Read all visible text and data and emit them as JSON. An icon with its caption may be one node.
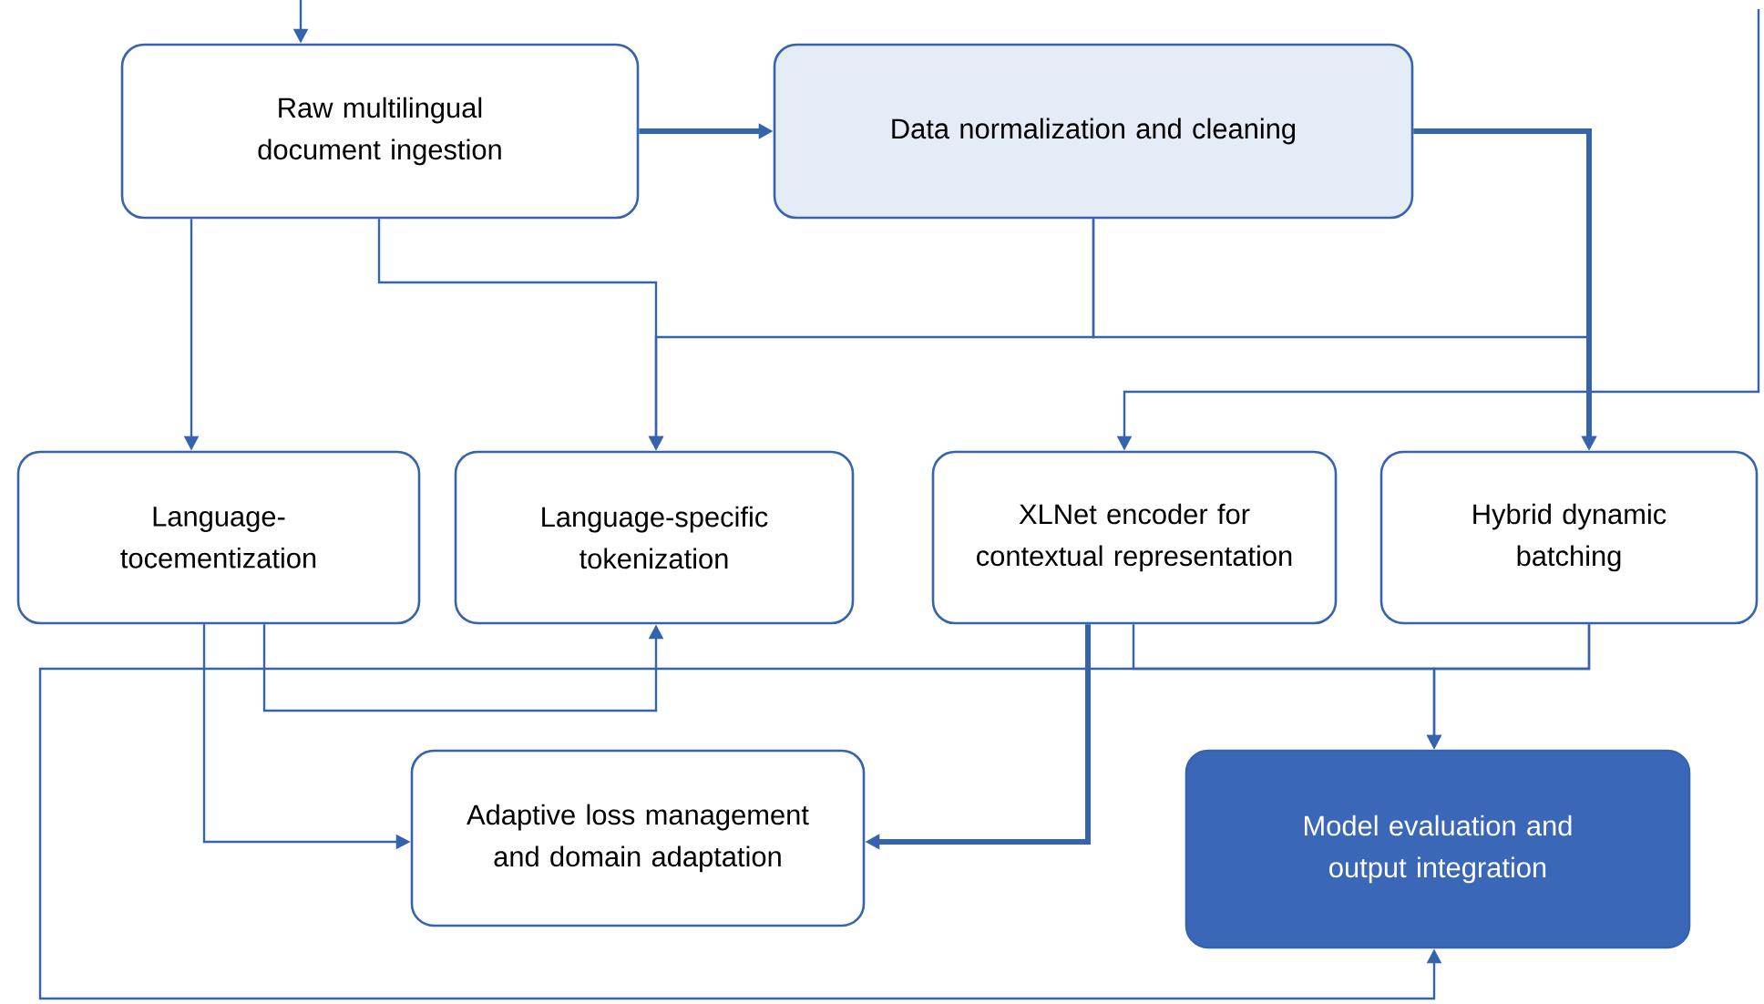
{
  "diagram": {
    "nodes": [
      {
        "text": [
          "Raw multilingual document ingestion"
        ]
      },
      {
        "text": [
          "Data normalization and cleaning"
        ]
      },
      {
        "text": [
          "Language-tocementization"
        ]
      },
      {
        "text": [
          "Language-specific tokenization"
        ]
      },
      {
        "text": [
          "XLNet encoder for contextual representation"
        ]
      },
      {
        "text": [
          "Hybrid dynamic batching"
        ]
      },
      {
        "text": [
          "Adaptive loss management and domain adaptation"
        ]
      },
      {
        "text": [
          "Model evaluation and output integration"
        ]
      }
    ],
    "edges": [
      {
        "from": null,
        "to": 0,
        "arrow": "to"
      },
      {
        "from": 0,
        "to": 1,
        "arrow": "to",
        "style": "thick"
      },
      {
        "from": 1,
        "to": 5,
        "arrow": "to",
        "style": "thick"
      },
      {
        "from": 0,
        "to": 2,
        "arrow": "to"
      },
      {
        "from": 0,
        "to": 3,
        "arrow": "to"
      },
      {
        "from": 1,
        "to": 3,
        "arrow": "to"
      },
      {
        "from": 1,
        "to": 5,
        "arrow": "to"
      },
      {
        "from": null,
        "to": 4,
        "arrow": "to"
      },
      {
        "from": 2,
        "to": 3,
        "arrow": "to"
      },
      {
        "from": 2,
        "to": 6,
        "arrow": "to"
      },
      {
        "from": 4,
        "to": 6,
        "arrow": "to",
        "style": "thick"
      },
      {
        "from": 4,
        "to": 7,
        "arrow": "to"
      },
      {
        "from": 5,
        "to": 7,
        "arrow": "to"
      },
      {
        "from": 5,
        "to": 7,
        "arrow": "to"
      }
    ]
  }
}
